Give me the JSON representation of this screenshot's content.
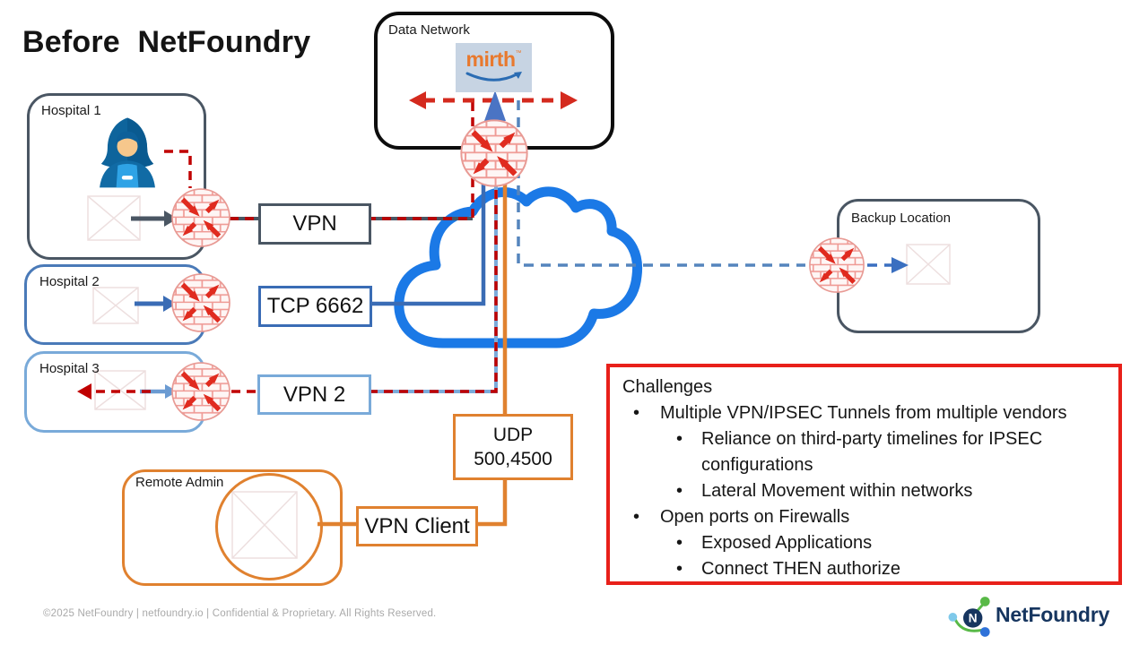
{
  "title": "Before NetFoundry",
  "diagram": {
    "data_network": {
      "label": "Data Network",
      "mirth": "mirth",
      "mirth_tm": "™"
    },
    "hospital1": {
      "label": "Hospital 1"
    },
    "hospital2": {
      "label": "Hospital 2"
    },
    "hospital3": {
      "label": "Hospital 3"
    },
    "backup": {
      "label": "Backup Location"
    },
    "remote_admin": {
      "label": "Remote Admin"
    },
    "links": {
      "vpn": "VPN",
      "tcp": "TCP 6662",
      "vpn2": "VPN 2",
      "udp_top": "UDP",
      "udp_bottom": "500,4500",
      "vpn_client": "VPN Client"
    }
  },
  "challenges": {
    "title": "Challenges",
    "items": [
      {
        "level": 1,
        "text": "Multiple VPN/IPSEC Tunnels from multiple vendors"
      },
      {
        "level": 2,
        "text": "Reliance on third-party timelines for IPSEC configurations"
      },
      {
        "level": 2,
        "text": "Lateral Movement within networks"
      },
      {
        "level": 1,
        "text": "Open ports on Firewalls"
      },
      {
        "level": 2,
        "text": "Exposed Applications"
      },
      {
        "level": 2,
        "text": "Connect THEN authorize"
      }
    ]
  },
  "footer": "©2025 NetFoundry | netfoundry.io | Confidential & Proprietary. All Rights Reserved.",
  "brand": {
    "name": "NetFoundry",
    "mark_letter": "N"
  },
  "colors": {
    "cloud_blue": "#1b79e6",
    "red_dashed": "#c00000",
    "orange": "#e0812f",
    "slate": "#4a5663",
    "steel_blue": "#3a6cb5",
    "light_blue": "#7babda",
    "backup_dashed_blue": "#5585bd",
    "challenge_border": "#e8201a",
    "firewall_red": "#e02b1f",
    "brand_navy": "#16355f",
    "brand_green": "#58b947"
  }
}
